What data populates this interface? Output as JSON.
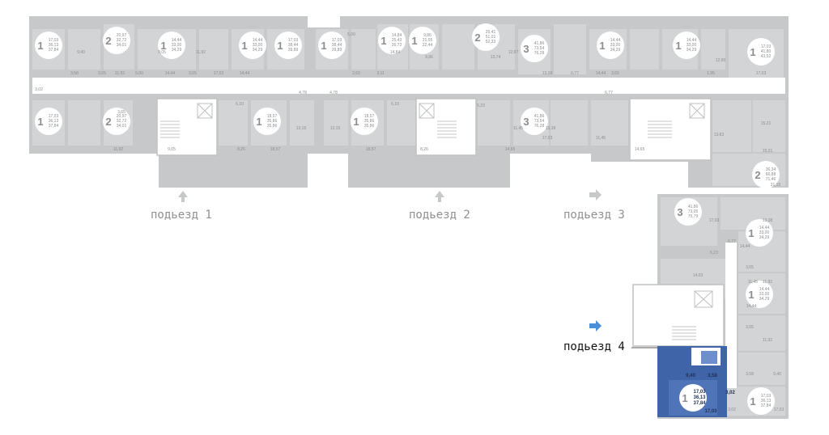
{
  "entrances": [
    {
      "label": "подьезд 1",
      "active": false
    },
    {
      "label": "подьезд 2",
      "active": false
    },
    {
      "label": "подьезд 3",
      "active": false
    },
    {
      "label": "подьезд 4",
      "active": true
    }
  ],
  "colors": {
    "selected_apartment": "#3f64a8",
    "entrance_arrow_active": "#4a90d9",
    "entrance_arrow": "#c7c8c9"
  },
  "apartments": [
    {
      "rooms": "1",
      "areas": [
        "17,03",
        "36,13",
        "37,84"
      ]
    },
    {
      "rooms": "2",
      "areas": [
        "20,97",
        "32,72",
        "34,01"
      ]
    },
    {
      "rooms": "1",
      "areas": [
        "14,44",
        "33,00",
        "34,29"
      ]
    },
    {
      "rooms": "1",
      "areas": [
        "14,44",
        "33,00",
        "34,29"
      ]
    },
    {
      "rooms": "1",
      "areas": [
        "17,03",
        "38,44",
        "39,89"
      ]
    },
    {
      "rooms": "1",
      "areas": [
        "17,03",
        "38,44",
        "39,89"
      ]
    },
    {
      "rooms": "1",
      "areas": [
        "14,84",
        "25,43",
        "26,72"
      ]
    },
    {
      "rooms": "1",
      "areas": [
        "9,86",
        "21,05",
        "22,44"
      ]
    },
    {
      "rooms": "2",
      "areas": [
        "26,41",
        "51,01",
        "52,33"
      ]
    },
    {
      "rooms": "3",
      "areas": [
        "41,86",
        "73,54",
        "76,28"
      ]
    },
    {
      "rooms": "1",
      "areas": [
        "14,44",
        "33,00",
        "34,29"
      ]
    },
    {
      "rooms": "1",
      "areas": [
        "14,44",
        "33,00",
        "34,29"
      ]
    },
    {
      "rooms": "1",
      "areas": [
        "17,03",
        "41,80",
        "43,52"
      ]
    },
    {
      "rooms": "1",
      "areas": [
        "17,03",
        "36,13",
        "37,84"
      ]
    },
    {
      "rooms": "2",
      "areas": [
        "20,97",
        "32,72",
        "34,01"
      ]
    },
    {
      "rooms": "1",
      "areas": [
        "18,57",
        "35,86",
        "35,86"
      ]
    },
    {
      "rooms": "1",
      "areas": [
        "18,57",
        "35,86",
        "35,86"
      ]
    },
    {
      "rooms": "3",
      "areas": [
        "41,86",
        "73,54",
        "76,28"
      ]
    },
    {
      "rooms": "2",
      "areas": [
        "36,34",
        "66,88",
        "71,46"
      ]
    },
    {
      "rooms": "3",
      "areas": [
        "41,86",
        "73,05",
        "75,79"
      ]
    },
    {
      "rooms": "1",
      "areas": [
        "14,44",
        "33,00",
        "34,29"
      ]
    },
    {
      "rooms": "1",
      "areas": [
        "14,44",
        "33,00",
        "34,29"
      ]
    },
    {
      "rooms": "1",
      "areas": [
        "17,03",
        "36,13",
        "37,84"
      ]
    }
  ],
  "selected_apartment": {
    "rooms": "1",
    "areas": [
      "17,03",
      "36,13",
      "37,84"
    ],
    "room_labels": [
      "9,40",
      "3,58",
      "3,02",
      "17,03"
    ]
  },
  "room_labels": [
    "9,40",
    "11,92",
    "9,05",
    "3,58",
    "3,02",
    "3,65",
    "5,00",
    "14,44",
    "11,92",
    "3,65",
    "17,03",
    "14,44",
    "4,78",
    "5,00",
    "2,60",
    "3,11",
    "9,86",
    "14,84",
    "4,78",
    "12,67",
    "13,74",
    "13,38",
    "6,77",
    "14,44",
    "3,65",
    "12,90",
    "1,95",
    "17,03",
    "3,65",
    "11,92",
    "9,05",
    "6,10",
    "8,26",
    "18,57",
    "13,15",
    "13,15",
    "18,57",
    "6,10",
    "8,26",
    "5,23",
    "11,45",
    "14,65",
    "17,03",
    "13,38",
    "11,45",
    "14,65",
    "6,77",
    "13,83",
    "15,21",
    "15,21",
    "21,15",
    "17,03",
    "13,38",
    "6,77",
    "14,44",
    "5,23",
    "11,45",
    "14,03",
    "3,65",
    "11,92",
    "14,44",
    "3,65",
    "11,92",
    "9,40",
    "3,58",
    "3,02",
    "17,03"
  ]
}
